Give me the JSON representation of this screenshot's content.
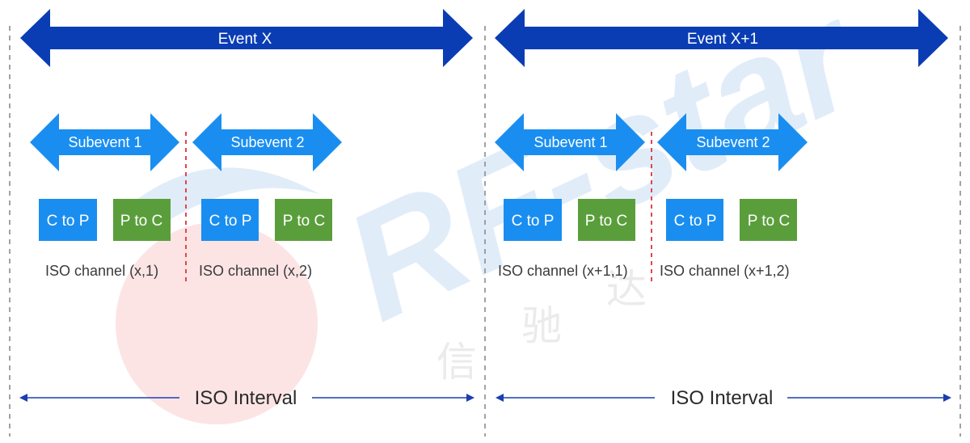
{
  "colors": {
    "event_arrow": "#0a3db4",
    "subevent_arrow": "#1a8ef0",
    "c_to_p_box": "#1a8ef0",
    "p_to_c_box": "#5a9e3c",
    "interval_line": "#1c3fae",
    "event_divider": "#8c8c8c",
    "subevent_divider": "#e0474c"
  },
  "watermark": {
    "brand": "RF-star",
    "cjk": [
      "信",
      "驰",
      "达"
    ]
  },
  "events": [
    {
      "label": "Event X",
      "subevents": [
        {
          "label": "Subevent 1",
          "boxes": [
            "C to P",
            "P to C"
          ],
          "channel": "ISO channel (x,1)"
        },
        {
          "label": "Subevent 2",
          "boxes": [
            "C to P",
            "P to C"
          ],
          "channel": "ISO channel (x,2)"
        }
      ],
      "interval": "ISO Interval"
    },
    {
      "label": "Event X+1",
      "subevents": [
        {
          "label": "Subevent 1",
          "boxes": [
            "C to P",
            "P to C"
          ],
          "channel": "ISO channel (x+1,1)"
        },
        {
          "label": "Subevent 2",
          "boxes": [
            "C to P",
            "P to C"
          ],
          "channel": "ISO channel (x+1,2)"
        }
      ],
      "interval": "ISO Interval"
    }
  ]
}
